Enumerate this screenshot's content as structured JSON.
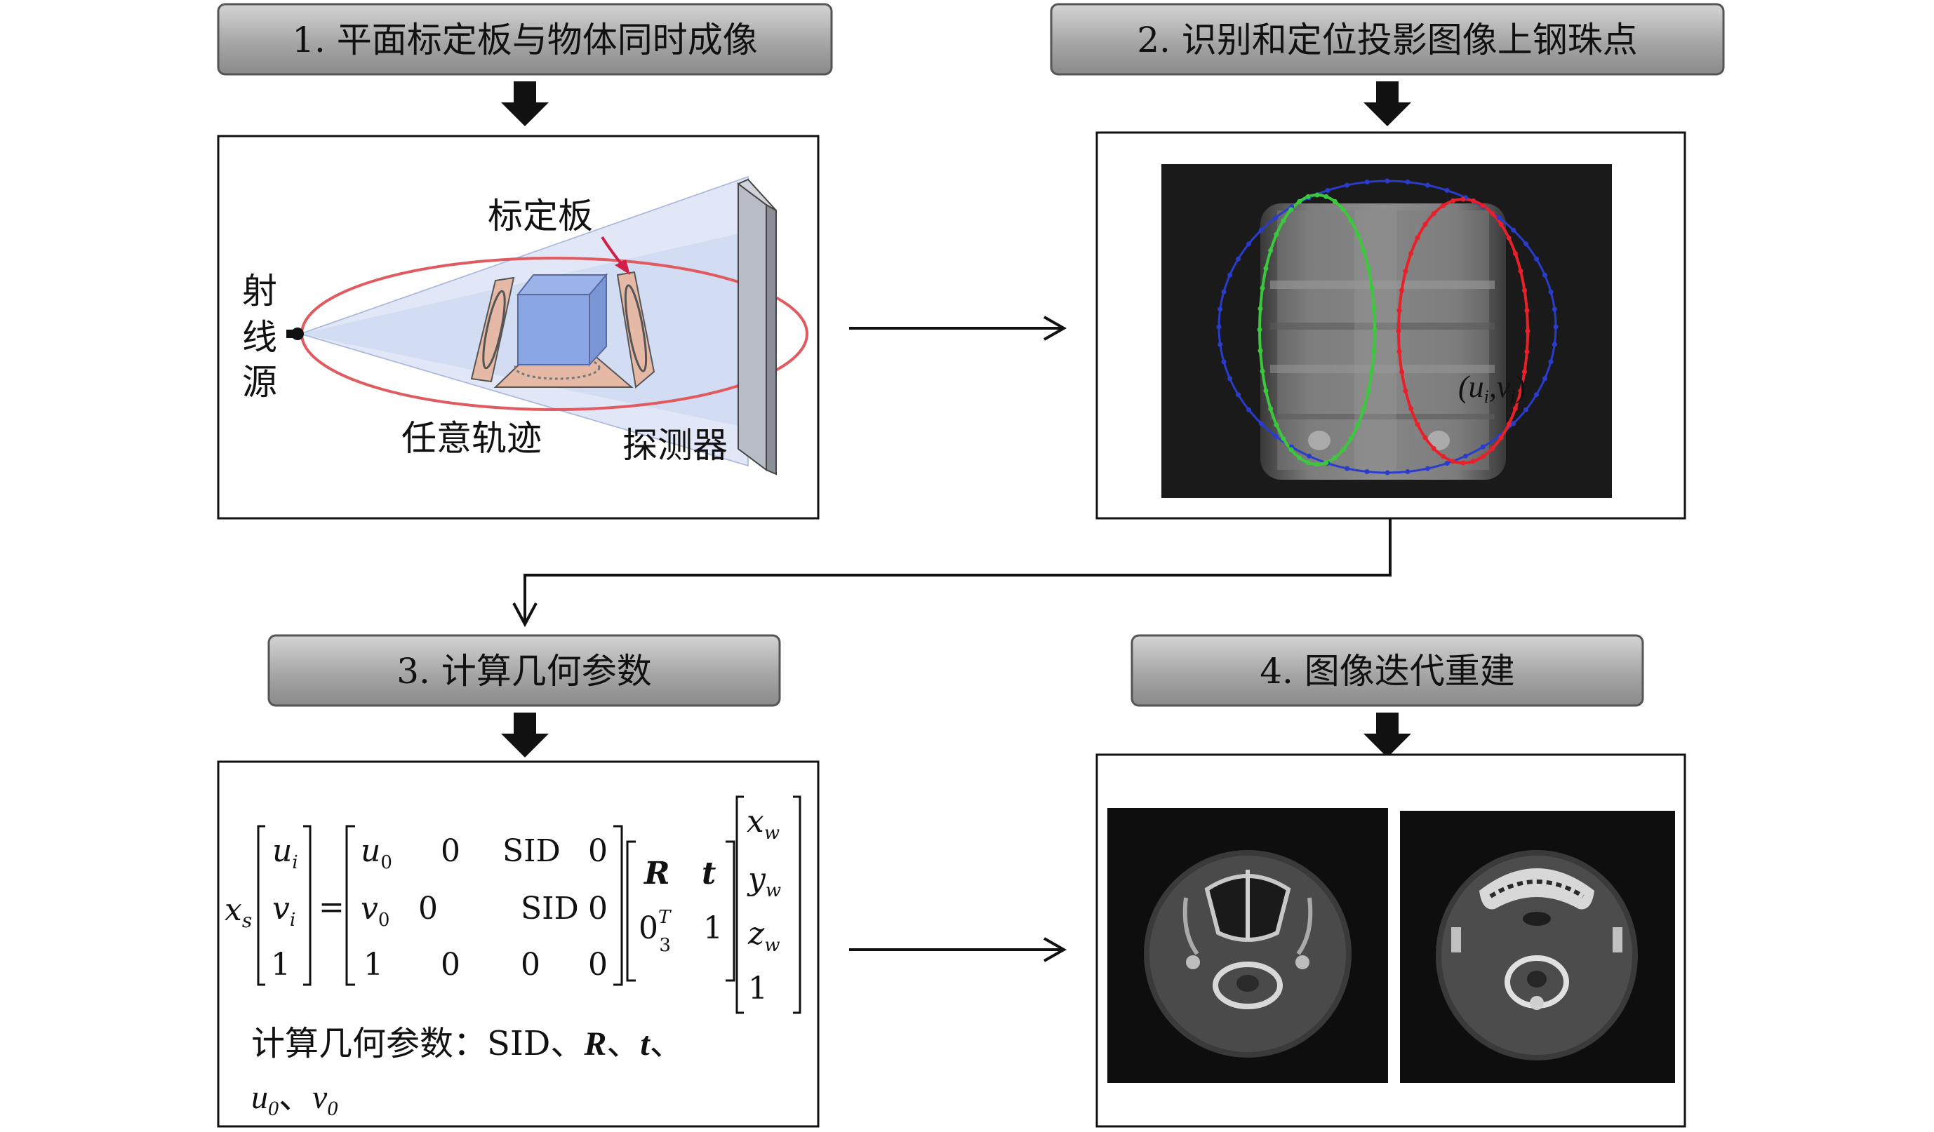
{
  "steps": [
    {
      "label": "1. 平面标定板与物体同时成像"
    },
    {
      "label": "2. 识别和定位投影图像上钢珠点"
    },
    {
      "label": "3. 计算几何参数"
    },
    {
      "label": "4. 图像迭代重建"
    }
  ],
  "panel1": {
    "calib_plate": "标定板",
    "source_chars": [
      "射",
      "线",
      "源"
    ],
    "trajectory": "任意轨迹",
    "detector": "探测器"
  },
  "panel2": {
    "point_label": "(u",
    "point_label_sub1": "i",
    "point_label_mid": ",v",
    "point_label_sub2": "i",
    "point_label_end": ")",
    "colors": {
      "green": "#3cc83c",
      "red": "#e8202a",
      "blue": "#2a3ccc",
      "label": "#f2e22a"
    }
  },
  "panel3": {
    "lhs_scalar": "x",
    "lhs_scalar_sub": "s",
    "lhs_vec": [
      "u",
      "v",
      "1"
    ],
    "lhs_vec_sub": [
      "i",
      "i",
      ""
    ],
    "equals": "=",
    "K": [
      [
        "u",
        "0",
        "SID",
        "0"
      ],
      [
        "v",
        "0",
        "SID",
        "0"
      ],
      [
        "1",
        "0",
        "0",
        "0"
      ]
    ],
    "K_sub": [
      [
        "0",
        "",
        "",
        ""
      ],
      [
        "0",
        "",
        "",
        ""
      ],
      [
        "",
        "",
        "",
        ""
      ]
    ],
    "Rt": {
      "R": "R",
      "t": "t",
      "zero": "0",
      "zero_sup": "T",
      "zero_sub": "3",
      "one": "1"
    },
    "world": [
      "x",
      "y",
      "z",
      "1"
    ],
    "world_sub": [
      "w",
      "w",
      "w",
      ""
    ],
    "caption_line1_prefix": "计算几何参数：SID、",
    "caption_R": "R",
    "caption_sep1": "、",
    "caption_t": "t",
    "caption_sep2": "、",
    "caption_u": "u",
    "caption_u_sub": "0",
    "caption_sep3": "、",
    "caption_v": "v",
    "caption_v_sub": "0"
  }
}
